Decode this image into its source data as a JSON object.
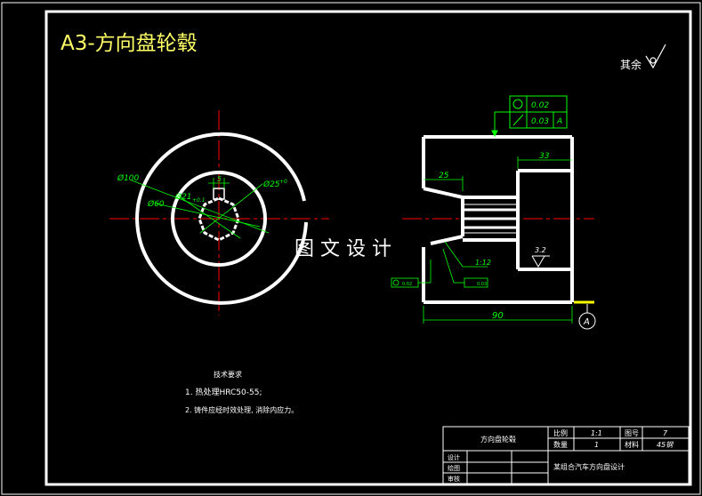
{
  "title": "A3-方向盘轮毂",
  "roughness_note": "其余",
  "watermark": "图 文 设 计",
  "dimensions": {
    "d100": "Ø100",
    "d60": "Ø60",
    "d21": "Ø21",
    "d21_tol": "+0.1",
    "d25": "Ø25",
    "d25_tol": "+0",
    "keyway": "5",
    "len25": "25",
    "len33": "33",
    "len90": "90",
    "taper": "1:12",
    "roughness": "3.2"
  },
  "tolerance_frame": {
    "row1_value": "0.02",
    "row2_value": "0.03",
    "datum": "A"
  },
  "datum_label": "A",
  "small_frame_left": "0.02",
  "small_frame_right": "0.03",
  "tech_req": {
    "heading": "技术要求",
    "item1": "1. 热处理HRC50-55;",
    "item2": "2. 铸件应经时效处理, 消除内应力。"
  },
  "title_block": {
    "part_name": "方向盘轮毂",
    "scale_label": "比例",
    "scale_value": "1:1",
    "sheet_label": "图号",
    "sheet_value": "7",
    "qty_label": "数量",
    "qty_value": "1",
    "material_label": "材料",
    "material_value": "45钢",
    "design_label": "设计",
    "draw_label": "绘图",
    "review_label": "审核",
    "project": "某组合汽车方向盘设计"
  },
  "colors": {
    "background": "#000000",
    "outline": "#ffffff",
    "dimension": "#00ff00",
    "centerline": "#ff0000",
    "title": "#ffff66",
    "datum_mark": "#ffff00"
  }
}
